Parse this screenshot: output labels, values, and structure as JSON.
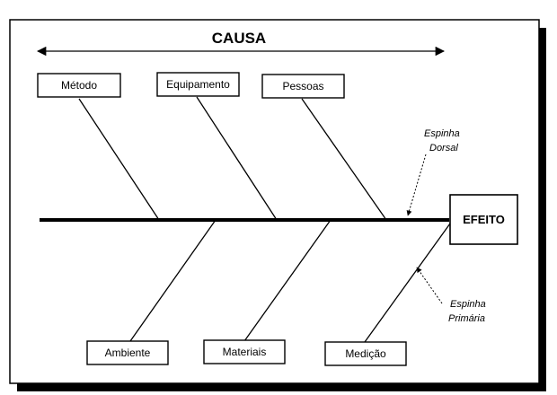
{
  "diagram": {
    "type": "fishbone",
    "cause_title": "CAUSA",
    "effect_label": "EFEITO",
    "top_causes": [
      "Método",
      "Equipamento",
      "Pessoas"
    ],
    "bottom_causes": [
      "Ambiente",
      "Materiais",
      "Medição"
    ],
    "spine_note": {
      "line1": "Espinha",
      "line2": "Dorsal"
    },
    "primary_note": {
      "line1": "Espinha",
      "line2": "Primária"
    }
  },
  "colors": {
    "frame": "#000000",
    "shadow": "#000000",
    "background": "#ffffff"
  }
}
